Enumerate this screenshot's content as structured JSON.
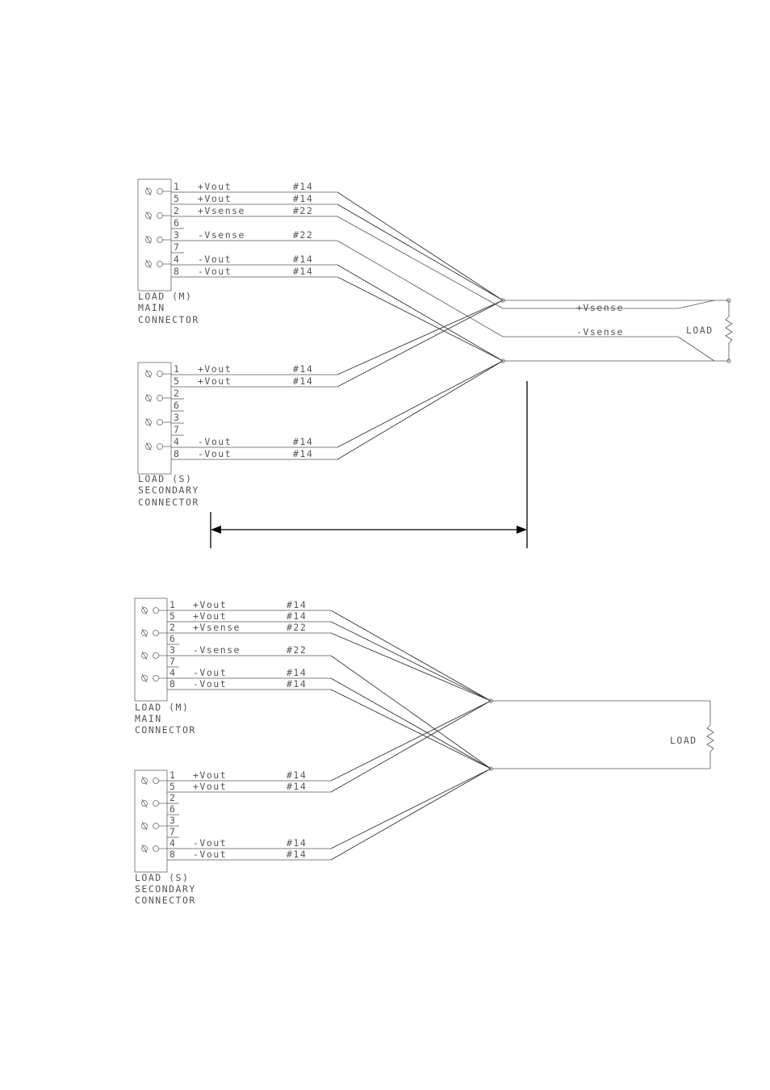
{
  "diagram1": {
    "main_connector": {
      "label_lines": [
        "LOAD (M)",
        "MAIN",
        "CONNECTOR"
      ],
      "pins": [
        {
          "pin": "1",
          "signal": "+Vout",
          "wire": "#14"
        },
        {
          "pin": "5",
          "signal": "+Vout",
          "wire": "#14"
        },
        {
          "pin": "2",
          "signal": "+Vsense",
          "wire": "#22"
        },
        {
          "pin": "6",
          "signal": "",
          "wire": ""
        },
        {
          "pin": "3",
          "signal": "-Vsense",
          "wire": "#22"
        },
        {
          "pin": "7",
          "signal": "",
          "wire": ""
        },
        {
          "pin": "4",
          "signal": "-Vout",
          "wire": "#14"
        },
        {
          "pin": "8",
          "signal": "-Vout",
          "wire": "#14"
        }
      ]
    },
    "secondary_connector": {
      "label_lines": [
        "LOAD (S)",
        "SECONDARY",
        "CONNECTOR"
      ],
      "pins": [
        {
          "pin": "1",
          "signal": "+Vout",
          "wire": "#14"
        },
        {
          "pin": "5",
          "signal": "+Vout",
          "wire": "#14"
        },
        {
          "pin": "2",
          "signal": "",
          "wire": ""
        },
        {
          "pin": "6",
          "signal": "",
          "wire": ""
        },
        {
          "pin": "3",
          "signal": "",
          "wire": ""
        },
        {
          "pin": "7",
          "signal": "",
          "wire": ""
        },
        {
          "pin": "4",
          "signal": "-Vout",
          "wire": "#14"
        },
        {
          "pin": "8",
          "signal": "-Vout",
          "wire": "#14"
        }
      ]
    },
    "plus_sense_label": "+Vsense",
    "minus_sense_label": "-Vsense",
    "load_label": "LOAD"
  },
  "diagram2": {
    "main_connector": {
      "label_lines": [
        "LOAD (M)",
        "MAIN",
        "CONNECTOR"
      ],
      "pins": [
        {
          "pin": "1",
          "signal": "+Vout",
          "wire": "#14"
        },
        {
          "pin": "5",
          "signal": "+Vout",
          "wire": "#14"
        },
        {
          "pin": "2",
          "signal": "+Vsense",
          "wire": "#22"
        },
        {
          "pin": "6",
          "signal": "",
          "wire": ""
        },
        {
          "pin": "3",
          "signal": "-Vsense",
          "wire": "#22"
        },
        {
          "pin": "7",
          "signal": "",
          "wire": ""
        },
        {
          "pin": "4",
          "signal": "-Vout",
          "wire": "#14"
        },
        {
          "pin": "8",
          "signal": "-Vout",
          "wire": "#14"
        }
      ]
    },
    "secondary_connector": {
      "label_lines": [
        "LOAD (S)",
        "SECONDARY",
        "CONNECTOR"
      ],
      "pins": [
        {
          "pin": "1",
          "signal": "+Vout",
          "wire": "#14"
        },
        {
          "pin": "5",
          "signal": "+Vout",
          "wire": "#14"
        },
        {
          "pin": "2",
          "signal": "",
          "wire": ""
        },
        {
          "pin": "6",
          "signal": "",
          "wire": ""
        },
        {
          "pin": "3",
          "signal": "",
          "wire": ""
        },
        {
          "pin": "7",
          "signal": "",
          "wire": ""
        },
        {
          "pin": "4",
          "signal": "-Vout",
          "wire": "#14"
        },
        {
          "pin": "8",
          "signal": "-Vout",
          "wire": "#14"
        }
      ]
    },
    "load_label": "LOAD"
  }
}
